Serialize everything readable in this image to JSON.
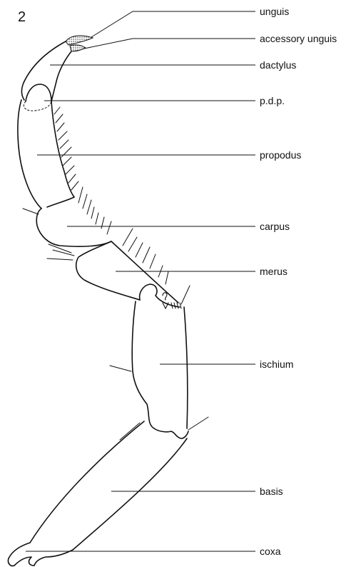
{
  "figure": {
    "number": "2",
    "labels": {
      "unguis": "unguis",
      "accessory_unguis": "accessory unguis",
      "dactylus": "dactylus",
      "pdp": "p.d.p.",
      "propodus": "propodus",
      "carpus": "carpus",
      "merus": "merus",
      "ischium": "ischium",
      "basis": "basis",
      "coxa": "coxa"
    }
  }
}
